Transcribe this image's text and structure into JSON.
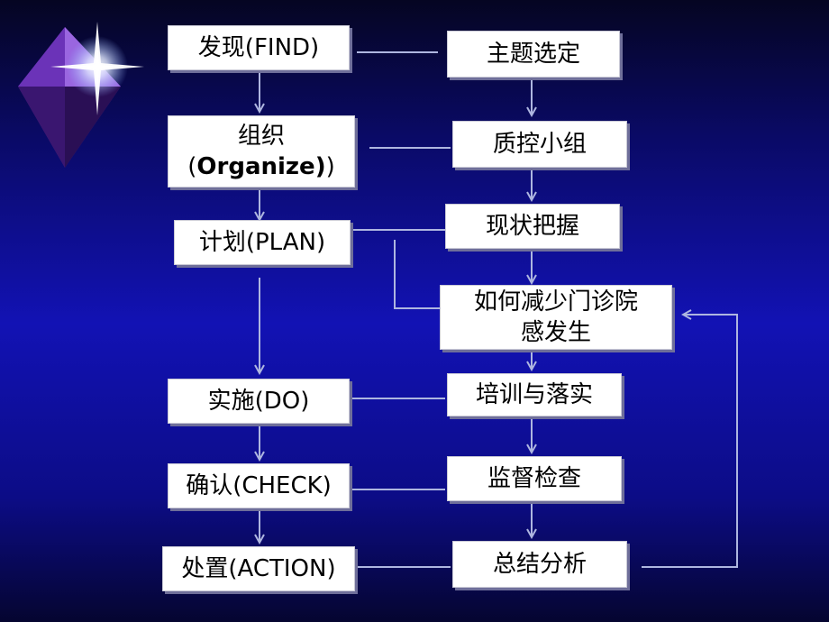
{
  "diagram": {
    "left_steps": {
      "find": "发现(FIND)",
      "organize_line1": "组织",
      "organize_open": "(",
      "organize_bold": "Organize)",
      "organize_close": ")",
      "plan": "计划(PLAN)",
      "do": "实施(DO)",
      "check": "确认(CHECK)",
      "action": "处置(ACTION)"
    },
    "right_steps": {
      "topic": "主题选定",
      "qc_group": "质控小组",
      "status": "现状把握",
      "how_line1": "如何减少门诊院",
      "how_line2": "感发生",
      "training": "培训与落实",
      "supervise": "监督检查",
      "summary": "总结分析"
    }
  },
  "colors": {
    "connector": "#aeb6e0",
    "box_fill": "#ffffff",
    "gem": "#7b3fc2"
  }
}
